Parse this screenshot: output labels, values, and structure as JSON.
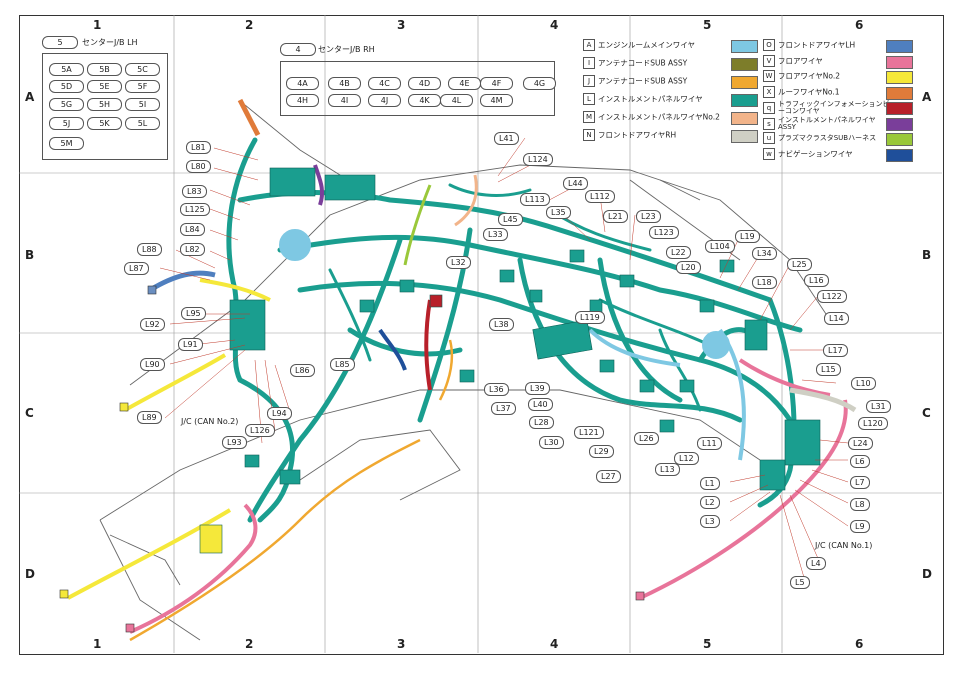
{
  "grid": {
    "columns": [
      "1",
      "2",
      "3",
      "4",
      "5",
      "6"
    ],
    "rows": [
      "A",
      "B",
      "C",
      "D"
    ]
  },
  "junction_blocks": {
    "lh": {
      "number": "5",
      "title": "センターJ/B LH",
      "connectors": [
        "5A",
        "5B",
        "5C",
        "5D",
        "5E",
        "5F",
        "5G",
        "5H",
        "5I",
        "5J",
        "5K",
        "5L",
        "5M"
      ]
    },
    "rh": {
      "number": "4",
      "title": "センターJ/B RH",
      "connectors": [
        "4A",
        "4B",
        "4C",
        "4D",
        "4E",
        "4F",
        "4G",
        "4H",
        "4I",
        "4J",
        "4K",
        "4L",
        "4M"
      ]
    }
  },
  "legend": [
    {
      "key": "A",
      "text": "エンジンルームメインワイヤ",
      "color": "#7ec8e3"
    },
    {
      "key": "I",
      "text": "アンテナコードSUB ASSY",
      "color": "#7d7d2a"
    },
    {
      "key": "J",
      "text": "アンテナコードSUB ASSY",
      "color": "#f0a830"
    },
    {
      "key": "L",
      "text": "インストルメントパネルワイヤ",
      "color": "#1a9e8f"
    },
    {
      "key": "M",
      "text": "インストルメントパネルワイヤNo.2",
      "color": "#f2b48a"
    },
    {
      "key": "N",
      "text": "フロントドアワイヤRH",
      "color": "#cfcfc4"
    },
    {
      "key": "O",
      "text": "フロントドアワイヤLH",
      "color": "#4f7fbf"
    },
    {
      "key": "V",
      "text": "フロアワイヤ",
      "color": "#e8749a"
    },
    {
      "key": "W",
      "text": "フロアワイヤNo.2",
      "color": "#f5e83a"
    },
    {
      "key": "X",
      "text": "ルーフワイヤNo.1",
      "color": "#e07b3a"
    },
    {
      "key": "q",
      "text": "トラフィックインフォメーションビーコンワイヤ",
      "color": "#b8202a"
    },
    {
      "key": "s",
      "text": "インストルメントパネルワイヤASSY",
      "color": "#7a3e9a"
    },
    {
      "key": "u",
      "text": "プラズマクラスタSUBハーネス",
      "color": "#9ac83a"
    },
    {
      "key": "w",
      "text": "ナビゲーションワイヤ",
      "color": "#1f4f9a"
    }
  ],
  "captions": {
    "jc2": "J/C (CAN No.2)",
    "jc1": "J/C (CAN No.1)"
  },
  "connector_labels": [
    "L81",
    "L80",
    "L83",
    "L125",
    "L84",
    "L82",
    "L88",
    "L87",
    "L95",
    "L92",
    "L91",
    "L90",
    "L89",
    "L126",
    "L94",
    "L93",
    "L86",
    "L85",
    "L32",
    "L33",
    "L45",
    "L41",
    "L124",
    "L113",
    "L44",
    "L35",
    "L112",
    "L21",
    "L23",
    "L123",
    "L22",
    "L20",
    "L104",
    "L19",
    "L34",
    "L18",
    "L25",
    "L16",
    "L122",
    "L14",
    "L17",
    "L15",
    "L10",
    "L31",
    "L120",
    "L24",
    "L6",
    "L7",
    "L8",
    "L9",
    "L38",
    "L119",
    "L36",
    "L37",
    "L39",
    "L40",
    "L28",
    "L30",
    "L121",
    "L29",
    "L27",
    "L26",
    "L13",
    "L12",
    "L11",
    "L1",
    "L2",
    "L3",
    "L4",
    "L5"
  ]
}
